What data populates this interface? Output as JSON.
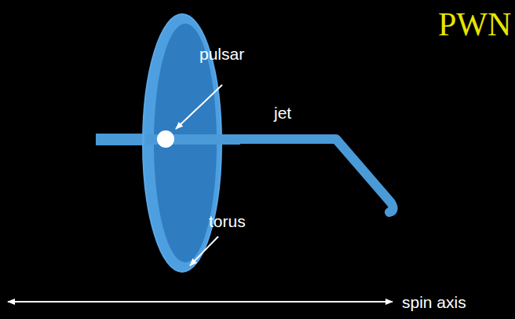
{
  "diagram": {
    "title": "PWN",
    "labels": [
      "pulsar",
      "jet",
      "torus",
      "spin axis"
    ]
  }
}
